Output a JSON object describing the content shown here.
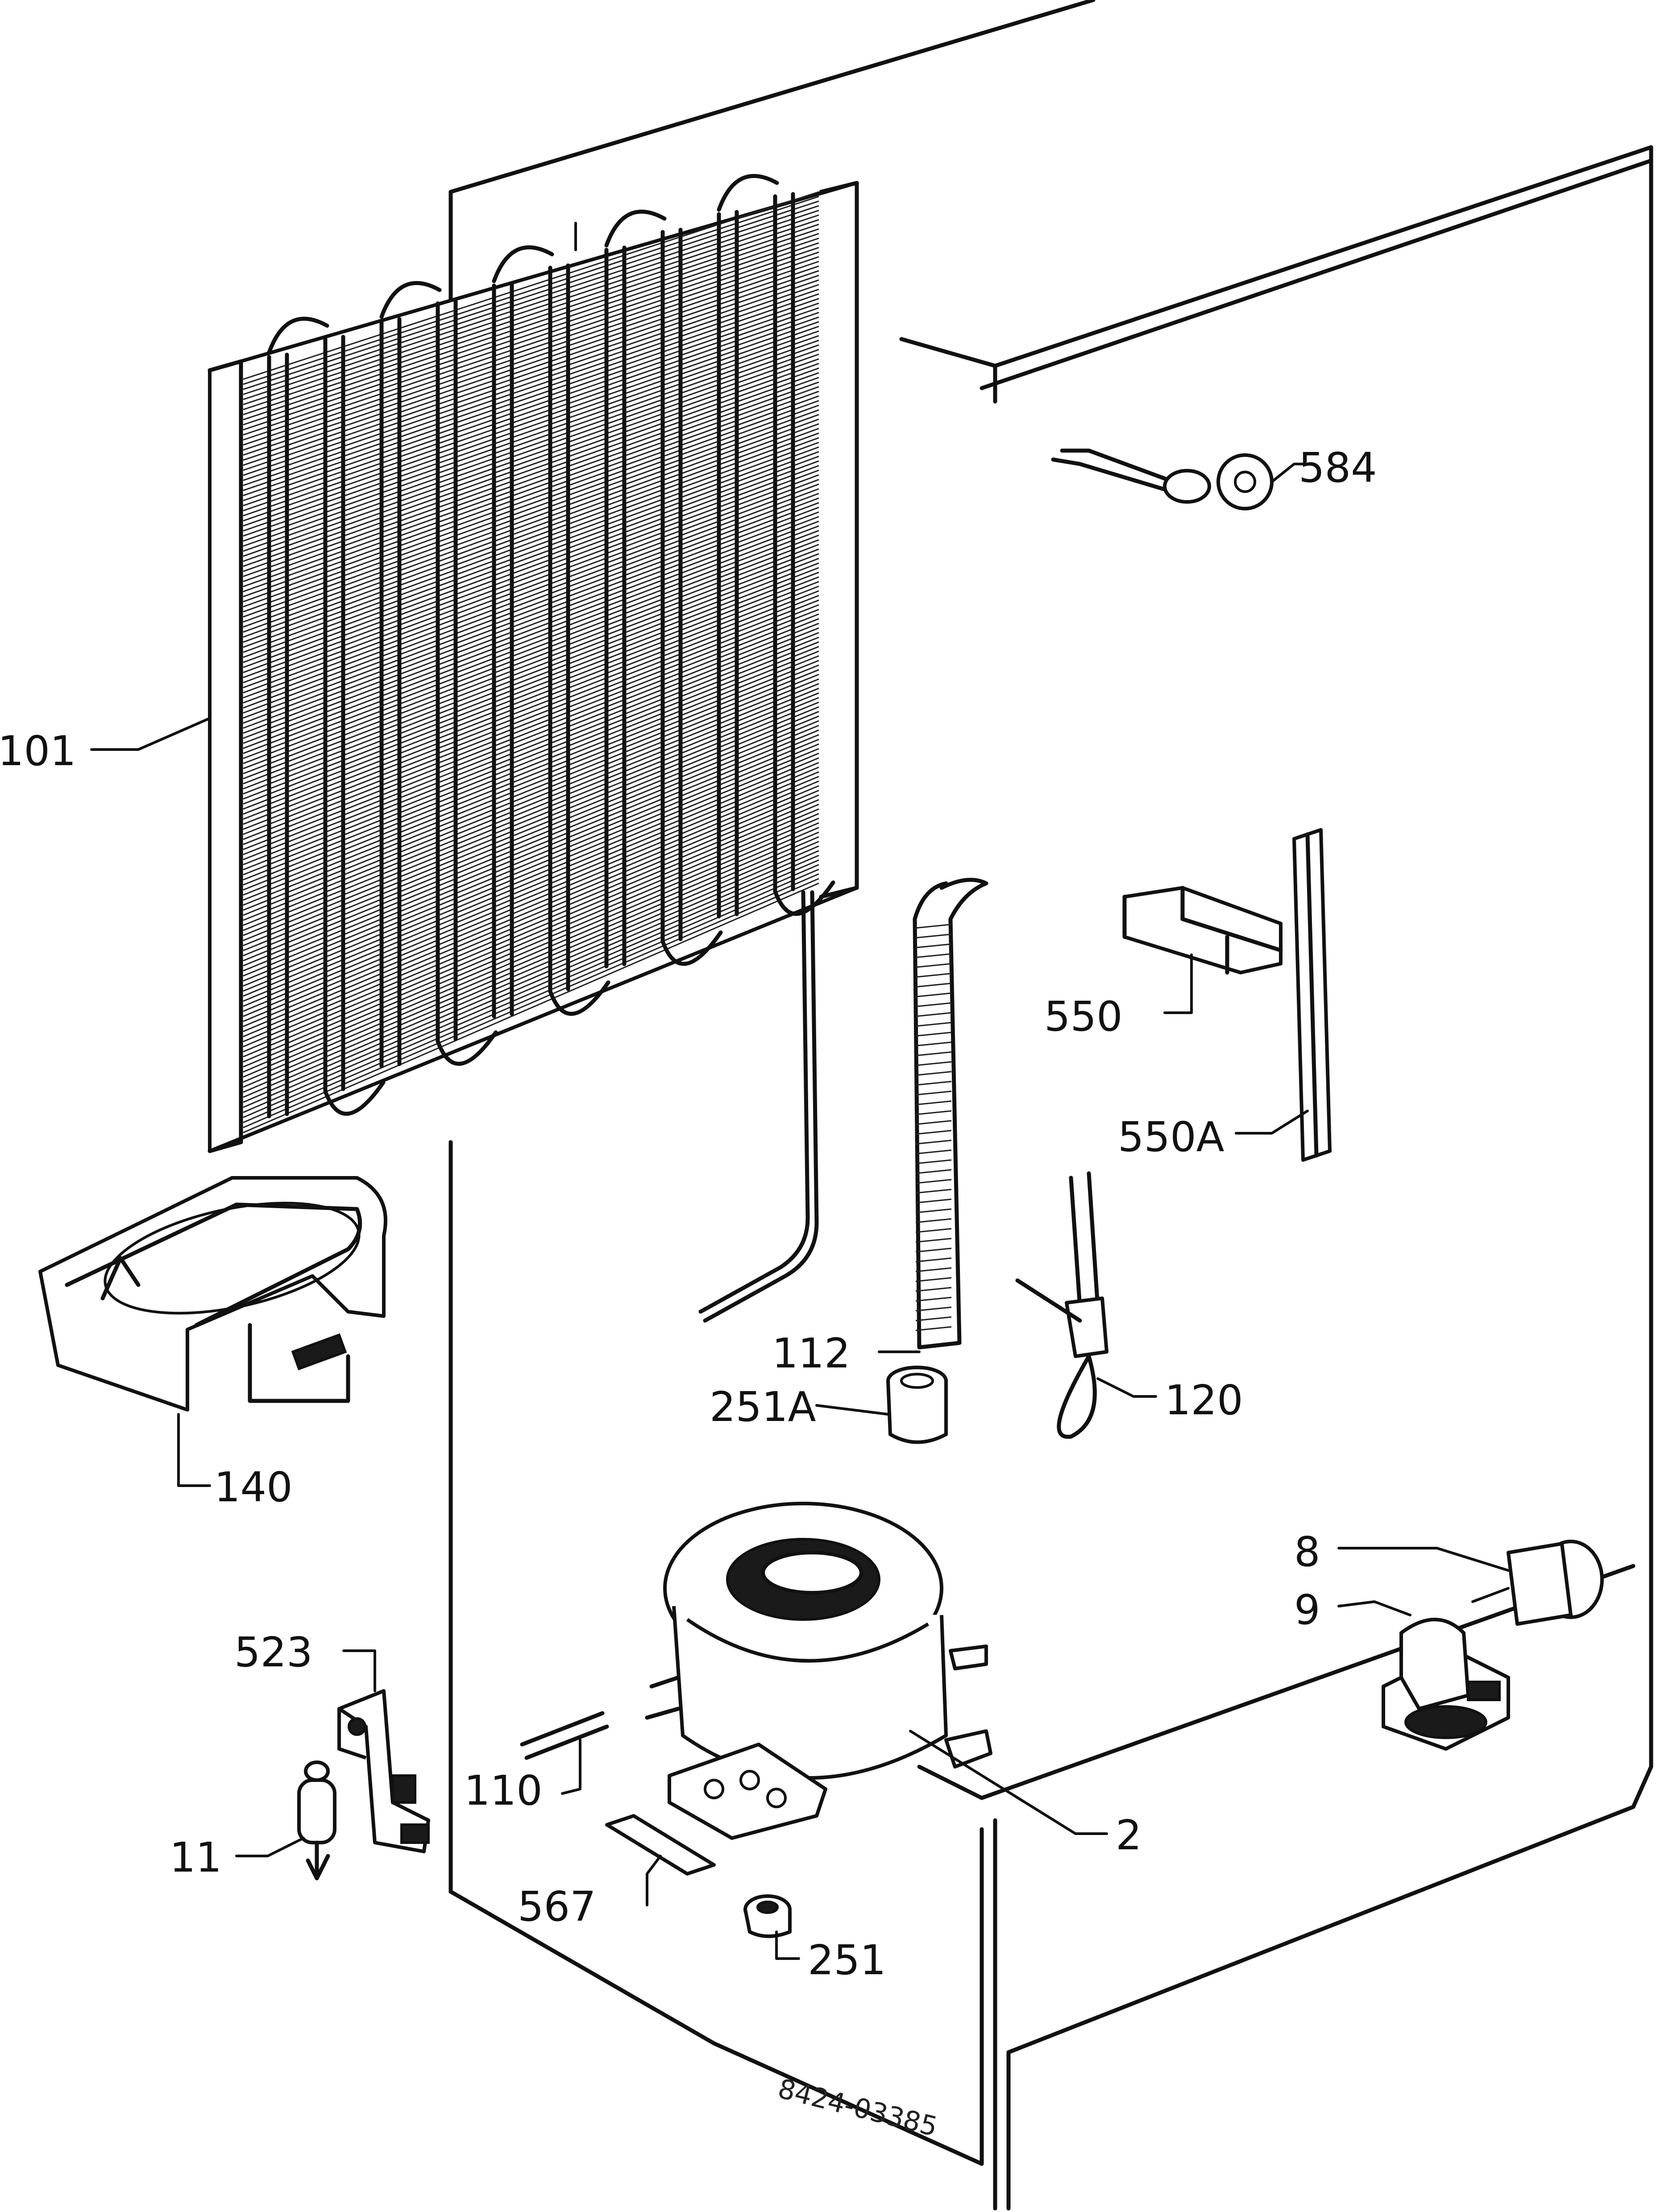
{
  "diagram": {
    "callouts": {
      "101": "101",
      "140": "140",
      "523": "523",
      "11": "11",
      "110": "110",
      "567": "567",
      "251": "251",
      "2": "2",
      "112": "112",
      "251A": "251A",
      "120": "120",
      "550": "550",
      "550A": "550A",
      "584": "584",
      "8": "8",
      "9": "9"
    },
    "reference_code": "8424-03385"
  }
}
